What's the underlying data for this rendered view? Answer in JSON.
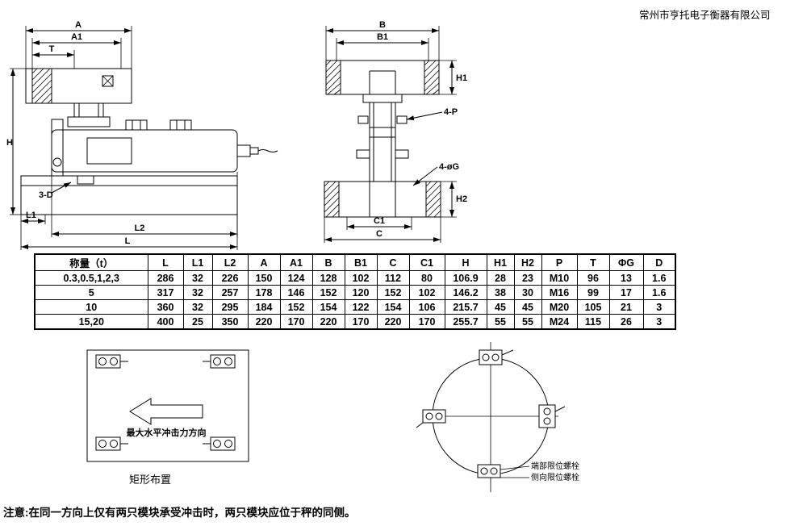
{
  "company": "常州市亨托电子衡器有限公司",
  "front_view": {
    "labels": {
      "A": "A",
      "A1": "A1",
      "T": "T",
      "H": "H",
      "D3": "3-D",
      "L1": "L1",
      "L2": "L2",
      "L": "L"
    }
  },
  "side_view": {
    "labels": {
      "B": "B",
      "B1": "B1",
      "H1": "H1",
      "P4": "4-P",
      "G4": "4-øG",
      "H2": "H2",
      "C1": "C1",
      "C": "C"
    }
  },
  "table": {
    "headers": [
      "称量（t）",
      "L",
      "L1",
      "L2",
      "A",
      "A1",
      "B",
      "B1",
      "C",
      "C1",
      "H",
      "H1",
      "H2",
      "P",
      "T",
      "ΦG",
      "D"
    ],
    "rows": [
      [
        "0.3,0.5,1,2,3",
        "286",
        "32",
        "226",
        "150",
        "124",
        "128",
        "102",
        "112",
        "80",
        "106.9",
        "28",
        "23",
        "M10",
        "96",
        "13",
        "1.6"
      ],
      [
        "5",
        "317",
        "32",
        "257",
        "178",
        "146",
        "152",
        "120",
        "152",
        "102",
        "146.2",
        "38",
        "30",
        "M16",
        "99",
        "17",
        "1.6"
      ],
      [
        "10",
        "360",
        "32",
        "295",
        "184",
        "152",
        "154",
        "122",
        "154",
        "106",
        "215.7",
        "45",
        "45",
        "M20",
        "105",
        "21",
        "3"
      ],
      [
        "15,20",
        "400",
        "25",
        "350",
        "220",
        "170",
        "220",
        "170",
        "220",
        "170",
        "255.7",
        "55",
        "55",
        "M24",
        "115",
        "26",
        "3"
      ]
    ]
  },
  "rect_layout": {
    "arrow_label": "最大水平冲击力方向",
    "caption": "矩形布置"
  },
  "circle_layout": {
    "end_bolt_label": "端部限位螺栓",
    "side_bolt_label": "侧向限位螺栓"
  },
  "note": "注意:在同一方向上仅有两只模块承受冲击时，两只模块应位于秤的同侧。"
}
